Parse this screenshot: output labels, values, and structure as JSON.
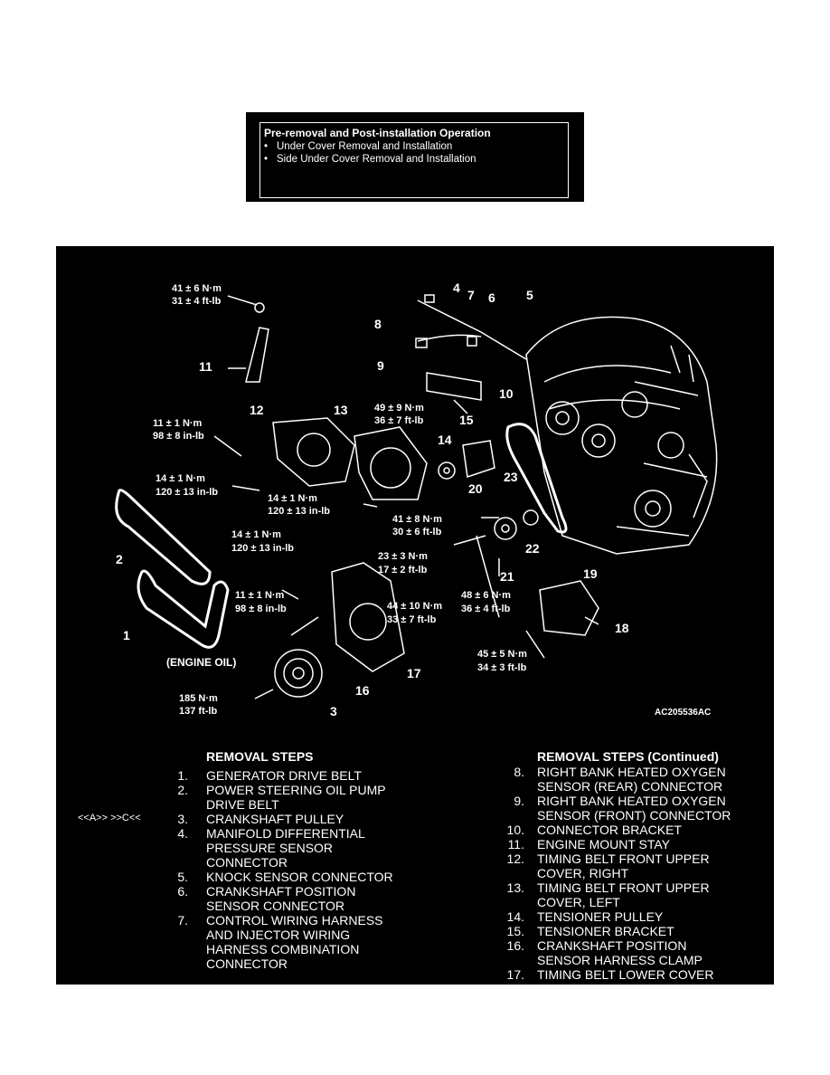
{
  "pre_operation": {
    "title": "Pre-removal and Post-installation Operation",
    "items": [
      "Under Cover Removal and Installation",
      "Side Under Cover Removal and Installation"
    ]
  },
  "diagram": {
    "code": "AC205536AC",
    "torques": {
      "t11": [
        "41 ± 6 N·m",
        "31 ± 4 ft-lb"
      ],
      "t12": [
        "11 ± 1 N·m",
        "98 ± 8 in-lb"
      ],
      "t13": [
        "49 ± 9 N·m",
        "36 ± 7 ft-lb"
      ],
      "t_a": [
        "14 ± 1 N·m",
        "120 ± 13 in-lb"
      ],
      "t_b": [
        "14 ± 1 N·m",
        "120 ± 13 in-lb"
      ],
      "t_c": [
        "41 ± 8 N·m",
        "30 ± 6 ft-lb"
      ],
      "t_d": [
        "14 ± 1 N·m",
        "120 ± 13 in-lb"
      ],
      "t_e": [
        "23 ± 3 N·m",
        "17 ± 2 ft-lb"
      ],
      "t_f": [
        "11 ± 1 N·m",
        "98 ± 8 in-lb"
      ],
      "t_g": [
        "48 ± 6 N·m",
        "36 ± 4 ft-lb"
      ],
      "t_h": [
        "44 ± 10 N·m",
        "33 ± 7 ft-lb"
      ],
      "t_i": [
        "45 ± 5 N·m",
        "34 ± 3 ft-lb"
      ],
      "t_j": [
        "185 N·m",
        "137 ft-lb"
      ]
    },
    "engine_oil": "(ENGINE OIL)",
    "labels": [
      "1",
      "2",
      "3",
      "4",
      "5",
      "6",
      "7",
      "8",
      "9",
      "10",
      "11",
      "12",
      "13",
      "14",
      "15",
      "16",
      "17",
      "18",
      "19",
      "20",
      "21",
      "22",
      "23"
    ]
  },
  "removal_left": {
    "header": "REMOVAL STEPS",
    "tag": "<<A>>    >>C<<",
    "steps": [
      {
        "n": "1.",
        "lines": [
          "GENERATOR DRIVE BELT"
        ]
      },
      {
        "n": "2.",
        "lines": [
          "POWER STEERING OIL PUMP",
          "DRIVE BELT"
        ]
      },
      {
        "n": "3.",
        "lines": [
          "CRANKSHAFT PULLEY"
        ]
      },
      {
        "n": "4.",
        "lines": [
          "MANIFOLD DIFFERENTIAL",
          "PRESSURE SENSOR",
          "CONNECTOR"
        ]
      },
      {
        "n": "5.",
        "lines": [
          "KNOCK SENSOR CONNECTOR"
        ]
      },
      {
        "n": "6.",
        "lines": [
          "CRANKSHAFT POSITION",
          "SENSOR CONNECTOR"
        ]
      },
      {
        "n": "7.",
        "lines": [
          "CONTROL WIRING HARNESS",
          "AND INJECTOR WIRING",
          "HARNESS COMBINATION",
          "CONNECTOR"
        ]
      }
    ]
  },
  "removal_right": {
    "header": "REMOVAL STEPS (Continued)",
    "steps": [
      {
        "n": "8.",
        "lines": [
          "RIGHT BANK HEATED OXYGEN",
          "SENSOR (REAR) CONNECTOR"
        ]
      },
      {
        "n": "9.",
        "lines": [
          "RIGHT BANK HEATED OXYGEN",
          "SENSOR (FRONT) CONNECTOR"
        ]
      },
      {
        "n": "10.",
        "lines": [
          "CONNECTOR BRACKET"
        ]
      },
      {
        "n": "11.",
        "lines": [
          "ENGINE MOUNT STAY"
        ]
      },
      {
        "n": "12.",
        "lines": [
          "TIMING BELT FRONT UPPER",
          "COVER, RIGHT"
        ]
      },
      {
        "n": "13.",
        "lines": [
          "TIMING BELT FRONT UPPER",
          "COVER, LEFT"
        ]
      },
      {
        "n": "14.",
        "lines": [
          "TENSIONER PULLEY"
        ]
      },
      {
        "n": "15.",
        "lines": [
          "TENSIONER BRACKET"
        ]
      },
      {
        "n": "16.",
        "lines": [
          "CRANKSHAFT POSITION",
          "SENSOR HARNESS CLAMP"
        ]
      },
      {
        "n": "17.",
        "lines": [
          "TIMING BELT LOWER COVER"
        ]
      }
    ]
  }
}
